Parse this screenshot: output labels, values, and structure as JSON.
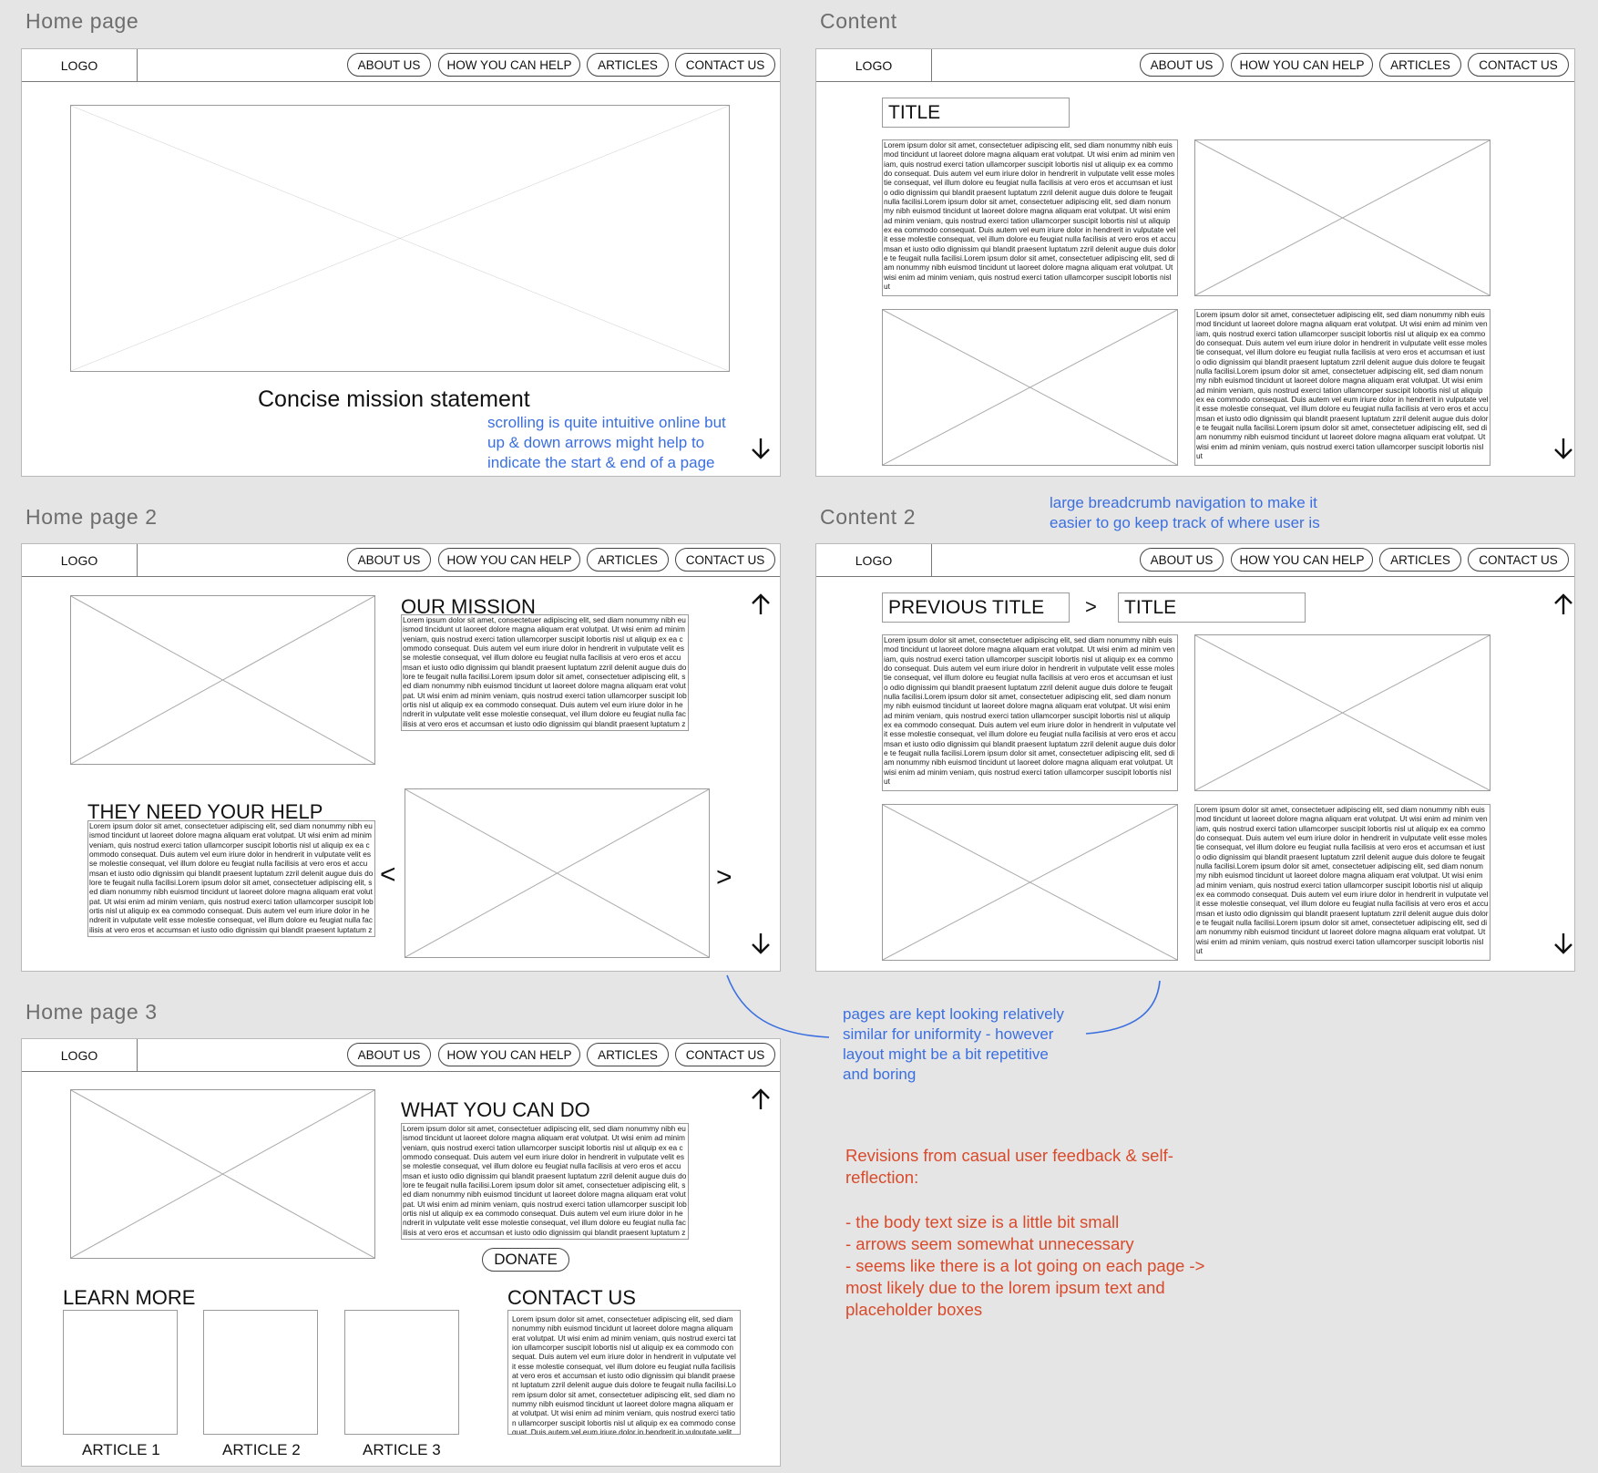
{
  "nav": {
    "logo": "LOGO",
    "items": [
      "ABOUT US",
      "HOW YOU CAN HELP",
      "ARTICLES",
      "CONTACT US"
    ]
  },
  "lorem": "Lorem ipsum dolor sit amet, consectetuer adipiscing elit, sed diam nonummy nibh euismod tincidunt ut laoreet dolore magna aliquam erat volutpat. Ut wisi enim ad minim veniam, quis nostrud exerci tation ullamcorper suscipit lobortis nisl ut aliquip ex ea commodo consequat. Duis autem vel eum iriure dolor in hendrerit in vulputate velit esse molestie consequat, vel illum dolore eu feugiat nulla facilisis at vero eros et accumsan et iusto odio dignissim qui blandit praesent luptatum zzril delenit augue duis dolore te feugait nulla facilisi.Lorem ipsum dolor sit amet, consectetuer adipiscing elit, sed diam nonummy nibh euismod tincidunt ut laoreet dolore magna aliquam erat volutpat. Ut wisi enim ad minim veniam, quis nostrud exerci tation ullamcorper suscipit lobortis nisl ut aliquip ex ea commodo consequat. Duis autem vel eum iriure dolor in hendrerit in vulputate velit esse molestie consequat, vel illum dolore eu feugiat nulla facilisis at vero eros et accumsan et iusto odio dignissim qui blandit praesent luptatum zzril delenit augue duis dolore te feugait nulla facilisi.Lorem ipsum dolor sit amet, consectetuer adipiscing elit, sed diam nonummy nibh euismod tincidunt ut laoreet dolore magna aliquam erat volutpat. Ut wisi enim ad minim veniam, quis nostrud exerci tation ullamcorper suscipit lobortis nisl ut",
  "home": {
    "label": "Home page",
    "mission": "Concise mission statement",
    "note": [
      "scrolling is quite intuitive online but",
      "up & down arrows might help to",
      "indicate the start & end of a page"
    ]
  },
  "content": {
    "label": "Content",
    "title": "TITLE"
  },
  "home2": {
    "label": "Home page 2",
    "mission_heading": "OUR MISSION",
    "help_heading": "THEY NEED YOUR HELP",
    "prev": "<",
    "next": ">"
  },
  "content2": {
    "label": "Content 2",
    "prev_title": "PREVIOUS TITLE",
    "separator": ">",
    "title": "TITLE",
    "note": [
      "large breadcrumb navigation to make it",
      "easier to go keep track of where user is"
    ]
  },
  "home3": {
    "label": "Home page 3",
    "what_heading": "WHAT YOU CAN DO",
    "donate": "DONATE",
    "learn_heading": "LEARN MORE",
    "contact_heading": "CONTACT US",
    "articles": [
      "ARTICLE 1",
      "ARTICLE 2",
      "ARTICLE 3"
    ]
  },
  "uniformity_note": [
    "pages are kept looking relatively",
    "similar for uniformity - however",
    "layout might be a bit repetitive",
    "and boring"
  ],
  "revisions": {
    "heading": [
      "Revisions from casual user feedback & self-",
      "reflection:"
    ],
    "items": [
      "- the  body text size is a little bit small",
      "- arrows seem somewhat unnecessary",
      "- seems like there is a lot going on each page ->",
      "most likely due to the lorem ipsum text and",
      "placeholder boxes"
    ]
  },
  "colors": {
    "annotation_blue": "#3b6fe0",
    "revision_red": "#d94a2b",
    "background": "#e5e5e5"
  }
}
